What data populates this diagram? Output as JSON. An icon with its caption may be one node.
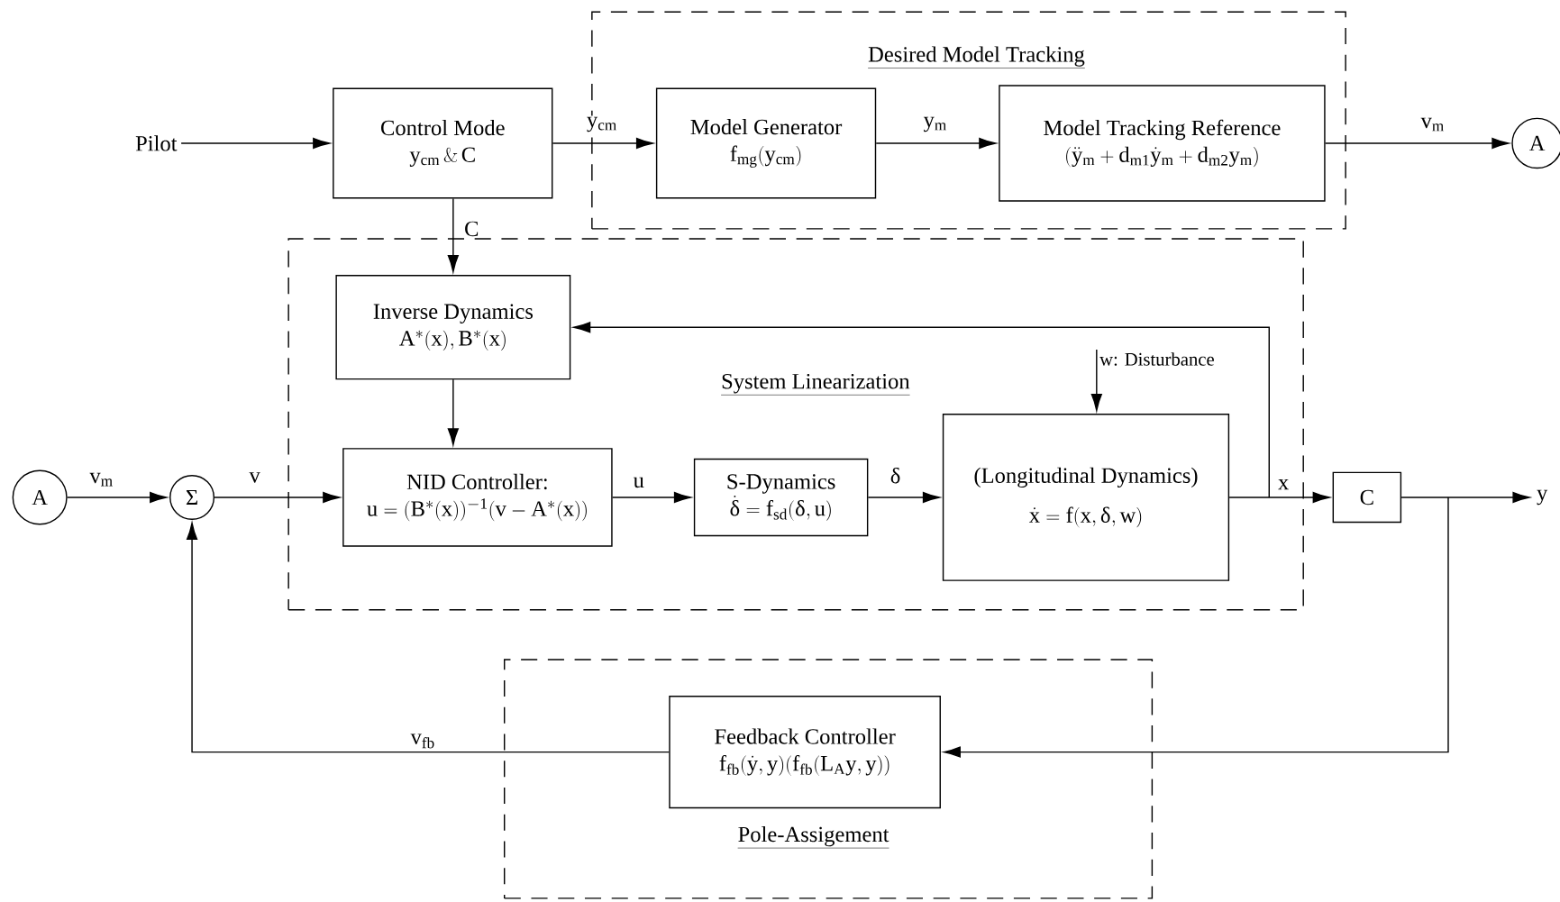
{
  "diagram": {
    "nodes": [
      {
        "text": [
          "Desired Model Tracking"
        ]
      },
      {
        "text": [
          "Pilot"
        ]
      },
      {
        "text": [
          "Control Mode",
          "y_{cm}\\,\\&\\,C"
        ]
      },
      {
        "text": [
          "Model Generator",
          "f_{mg}(y_{cm})"
        ],
        "in": 0
      },
      {
        "text": [
          "Model Tracking Reference",
          "(\\ddot{y}_m + d_{m1}\\dot{y}_m + d_{m2}y_m)"
        ],
        "in": 0
      },
      {
        "text": [
          "A"
        ]
      },
      {
        "text": [
          "System Linearization"
        ]
      },
      {
        "text": [
          "Inverse Dynamics",
          "A^*(x), B^*(x)"
        ],
        "in": 6
      },
      {
        "text": [
          "A"
        ]
      },
      {
        "text": [
          "Σ"
        ]
      },
      {
        "text": [
          "NID Controller:",
          "u=(B^*(x))^{-1}(v-A^*(x))"
        ],
        "in": 6
      },
      {
        "text": [
          "S-Dynamics",
          "\\dot{\\delta} = f_{sd}(\\delta,u)"
        ],
        "in": 6
      },
      {
        "text": [
          "(Longitudinal Dynamics)",
          "\\dot{x} = f(x,\\delta,w)"
        ],
        "in": 6
      },
      {
        "text": [
          "w: Disturbance"
        ],
        "in": 6
      },
      {
        "text": [
          "C"
        ]
      },
      {
        "text": [
          "y"
        ]
      },
      {
        "text": [
          "Pole-Assigement"
        ]
      },
      {
        "text": [
          "Feedback Controller",
          "f_{fb}(\\dot{y},y)(f_{fb}(L_A y,y))"
        ],
        "in": 16
      }
    ],
    "edges": [
      {
        "from": 1,
        "to": 2,
        "arrow": "to"
      },
      {
        "from": 2,
        "to": 3,
        "arrow": "to",
        "label": "y$_{cm}$"
      },
      {
        "from": 3,
        "to": 4,
        "arrow": "to",
        "label": "y$_{m}$"
      },
      {
        "from": 4,
        "to": 5,
        "arrow": "to",
        "label": "v$_{m}$"
      },
      {
        "from": 2,
        "to": 7,
        "arrow": "to",
        "label": "C"
      },
      {
        "from": 7,
        "to": 10,
        "arrow": "to"
      },
      {
        "from": 8,
        "to": 9,
        "arrow": "to",
        "label": "v$_{m}$"
      },
      {
        "from": 9,
        "to": 10,
        "arrow": "to",
        "label": "v"
      },
      {
        "from": 10,
        "to": 11,
        "arrow": "to",
        "label": "u"
      },
      {
        "from": 11,
        "to": 12,
        "arrow": "to",
        "label": "δ"
      },
      {
        "from": 13,
        "to": 12,
        "arrow": "to"
      },
      {
        "from": 12,
        "to": 14,
        "arrow": "to",
        "label": "x"
      },
      {
        "from": 12,
        "to": 7,
        "arrow": "to"
      },
      {
        "from": 14,
        "to": 15,
        "arrow": "to"
      },
      {
        "from": 14,
        "to": 17,
        "arrow": "to"
      },
      {
        "from": 17,
        "to": 9,
        "arrow": "to",
        "label": "v$_{fb}$"
      }
    ]
  }
}
